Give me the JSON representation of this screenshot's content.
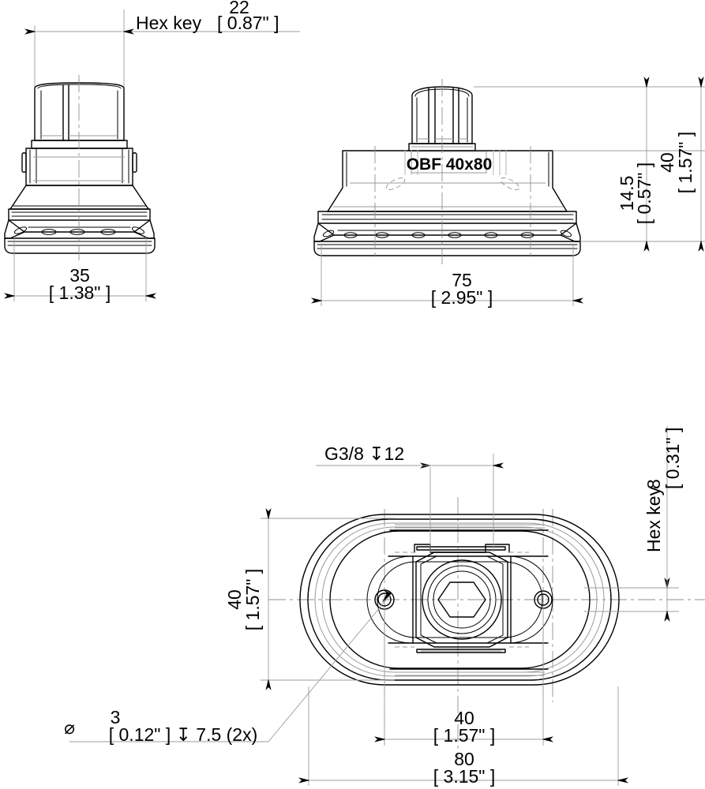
{
  "drawing": {
    "title": "OBF 40x80 suction cup technical drawing",
    "part_label": "OBF 40x80",
    "units_note": "mm [inch]"
  },
  "views": {
    "side_view": {
      "name": "side-view",
      "dimensions": {
        "hex_key_width": {
          "value": "22",
          "inch": "[ 0.87\" ]",
          "note": "Hex key"
        },
        "cup_width": {
          "value": "35",
          "inch": "[ 1.38\" ]"
        }
      }
    },
    "front_view": {
      "name": "front-view",
      "label": "OBF 40x80",
      "dimensions": {
        "overall_width": {
          "value": "75",
          "inch": "[ 2.95\" ]"
        },
        "lip_height": {
          "value": "14.5",
          "inch": "[ 0.57\" ]"
        },
        "total_height": {
          "value": "40",
          "inch": "[ 1.57\" ]"
        }
      }
    },
    "top_view": {
      "name": "top-view",
      "dimensions": {
        "thread": {
          "value": "G3/8",
          "depth_symbol": "↧",
          "depth": "12"
        },
        "hex_key": {
          "note": "Hex key",
          "value": "8",
          "inch": "[ 0.31\" ]"
        },
        "inner_height": {
          "value": "40",
          "inch": "[ 1.57\" ]"
        },
        "inner_width": {
          "value": "40",
          "inch": "[ 1.57\" ]"
        },
        "overall_width": {
          "value": "80",
          "inch": "[ 3.15\" ]"
        },
        "hole_callout": {
          "diameter_symbol": "⌀",
          "value": "3",
          "inch": "[ 0.12\" ]",
          "depth_symbol": "↧",
          "depth": "7.5",
          "quantity": "(2x)"
        }
      }
    }
  },
  "text_labels": {
    "hex_key_22_top": "22",
    "hex_key_22_inch": "[ 0.87\" ]",
    "hex_key_prefix": "Hex key",
    "dim_35": "35",
    "dim_35_inch": "[ 1.38\" ]",
    "dim_75": "75",
    "dim_75_inch": "[ 2.95\" ]",
    "dim_14_5": "14.5",
    "dim_14_5_inch": "[ 0.57\" ]",
    "dim_40_right": "40",
    "dim_40_right_inch": "[ 1.57\" ]",
    "thread_callout": "G3/8 ↧12",
    "hex_key_8": "8",
    "hex_key_8_inch": "[ 0.31\" ]",
    "hex_key_8_prefix": "Hex key",
    "dim_40_left": "40",
    "dim_40_left_inch": "[ 1.57\" ]",
    "dim_40_bottom": "40",
    "dim_40_bottom_inch": "[ 1.57\" ]",
    "dim_80": "80",
    "dim_80_inch": "[ 3.15\" ]",
    "hole_dia_symbol": "⌀",
    "hole_dia_value": "3",
    "hole_dia_rest": "[ 0.12\" ] ↧ 7.5 (2x)",
    "part_label": "OBF 40x80"
  },
  "colors": {
    "line": "#000000",
    "thin_line": "#9a9a9a",
    "background": "#ffffff"
  }
}
